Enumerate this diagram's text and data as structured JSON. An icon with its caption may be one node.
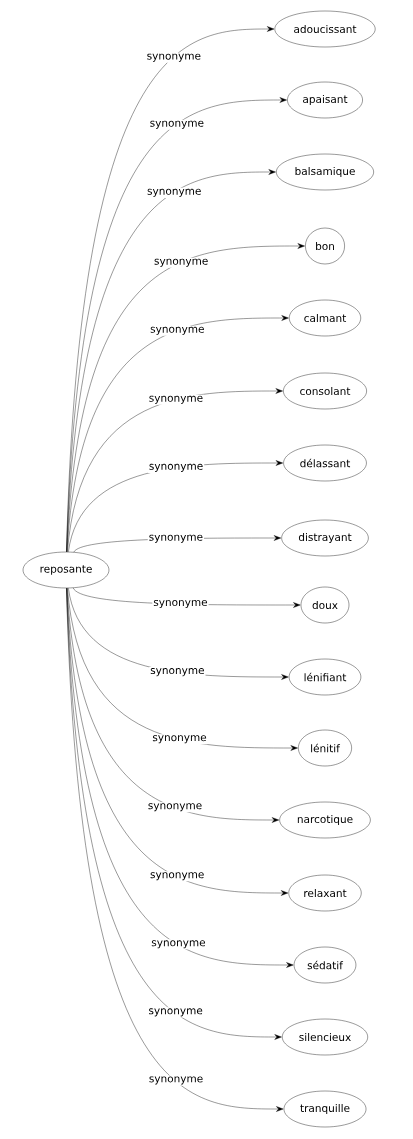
{
  "diagram": {
    "nodes": [
      {
        "text": [
          "reposante"
        ]
      },
      {
        "text": [
          "adoucissant"
        ]
      },
      {
        "text": [
          "apaisant"
        ]
      },
      {
        "text": [
          "balsamique"
        ]
      },
      {
        "text": [
          "bon"
        ]
      },
      {
        "text": [
          "calmant"
        ]
      },
      {
        "text": [
          "consolant"
        ]
      },
      {
        "text": [
          "délassant"
        ]
      },
      {
        "text": [
          "distrayant"
        ]
      },
      {
        "text": [
          "doux"
        ]
      },
      {
        "text": [
          "lénifiant"
        ]
      },
      {
        "text": [
          "lénitif"
        ]
      },
      {
        "text": [
          "narcotique"
        ]
      },
      {
        "text": [
          "relaxant"
        ]
      },
      {
        "text": [
          "sédatif"
        ]
      },
      {
        "text": [
          "silencieux"
        ]
      },
      {
        "text": [
          "tranquille"
        ]
      }
    ],
    "edges": [
      {
        "from": 0,
        "to": 1,
        "arrow": "to",
        "label": "synonyme"
      },
      {
        "from": 0,
        "to": 2,
        "arrow": "to",
        "label": "synonyme"
      },
      {
        "from": 0,
        "to": 3,
        "arrow": "to",
        "label": "synonyme"
      },
      {
        "from": 0,
        "to": 4,
        "arrow": "to",
        "label": "synonyme"
      },
      {
        "from": 0,
        "to": 5,
        "arrow": "to",
        "label": "synonyme"
      },
      {
        "from": 0,
        "to": 6,
        "arrow": "to",
        "label": "synonyme"
      },
      {
        "from": 0,
        "to": 7,
        "arrow": "to",
        "label": "synonyme"
      },
      {
        "from": 0,
        "to": 8,
        "arrow": "to",
        "label": "synonyme"
      },
      {
        "from": 0,
        "to": 9,
        "arrow": "to",
        "label": "synonyme"
      },
      {
        "from": 0,
        "to": 10,
        "arrow": "to",
        "label": "synonyme"
      },
      {
        "from": 0,
        "to": 11,
        "arrow": "to",
        "label": "synonyme"
      },
      {
        "from": 0,
        "to": 12,
        "arrow": "to",
        "label": "synonyme"
      },
      {
        "from": 0,
        "to": 13,
        "arrow": "to",
        "label": "synonyme"
      },
      {
        "from": 0,
        "to": 14,
        "arrow": "to",
        "label": "synonyme"
      },
      {
        "from": 0,
        "to": 15,
        "arrow": "to",
        "label": "synonyme"
      },
      {
        "from": 0,
        "to": 16,
        "arrow": "to",
        "label": "synonyme"
      }
    ]
  }
}
